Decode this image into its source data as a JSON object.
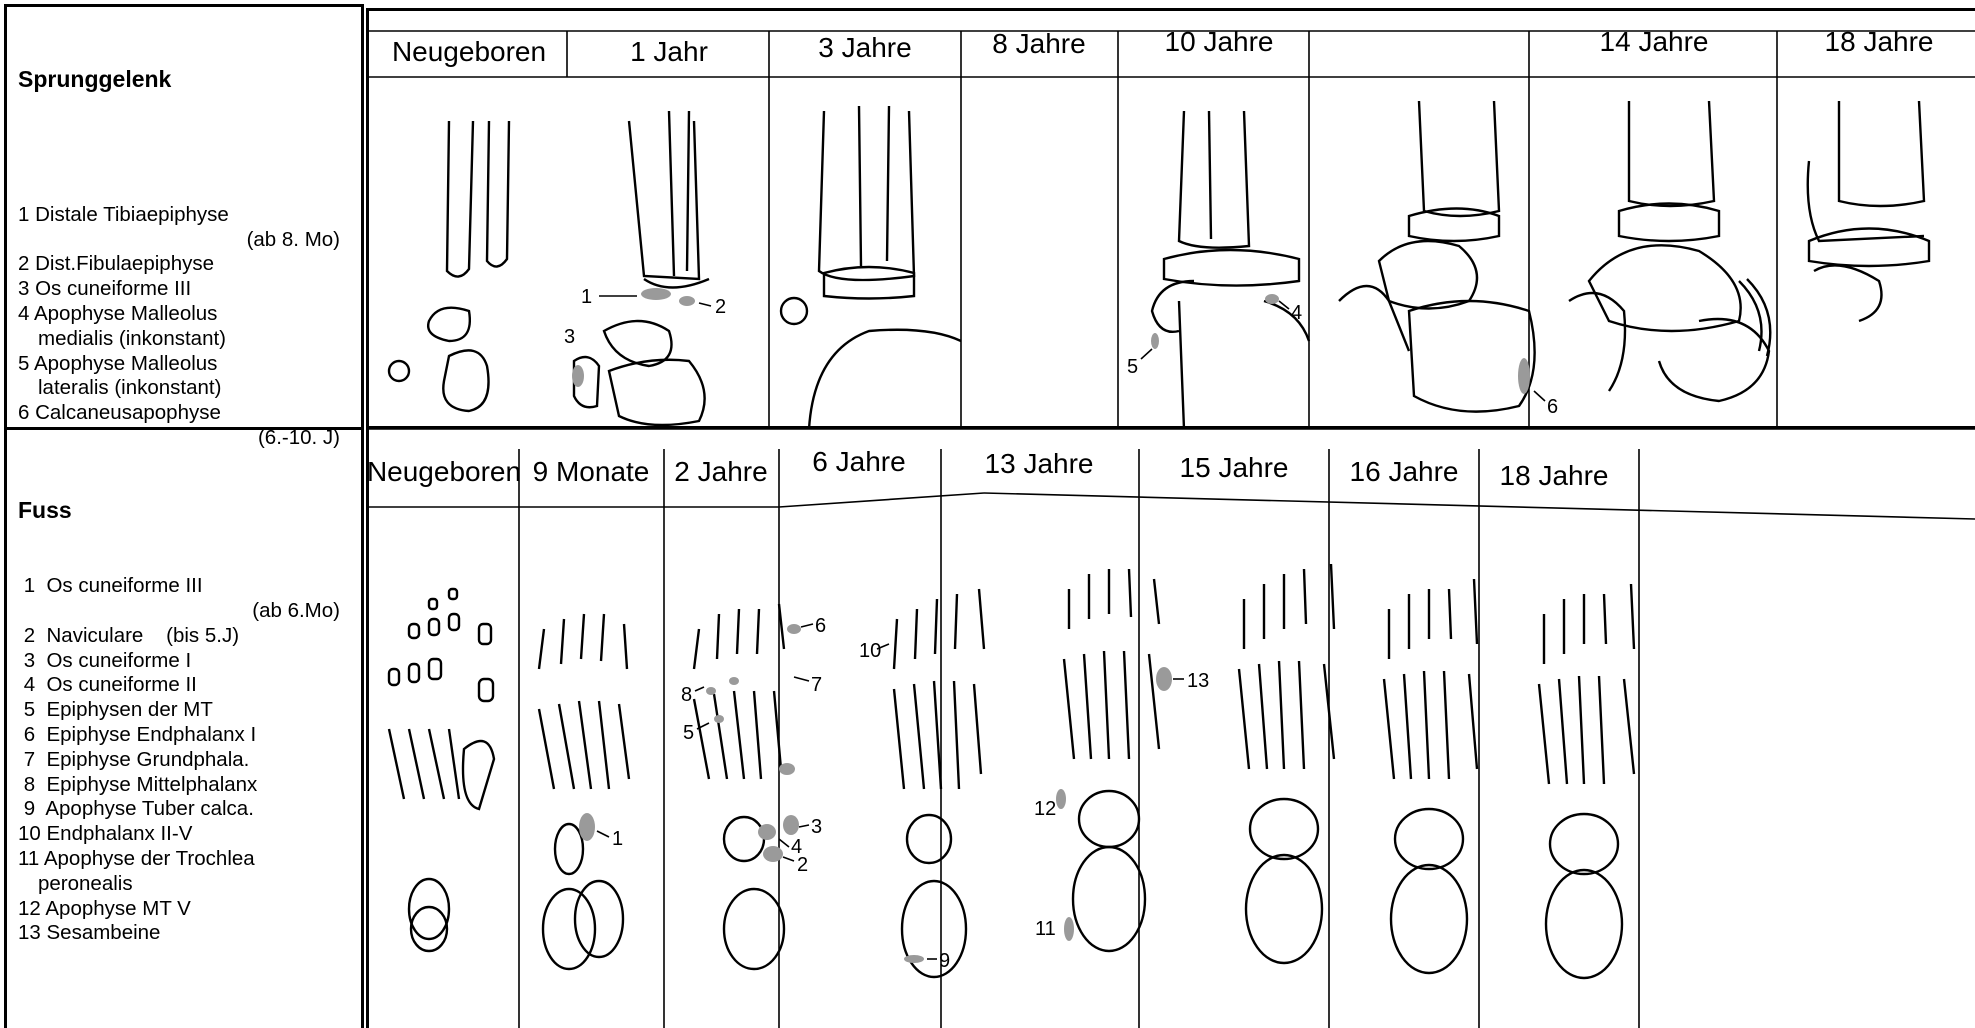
{
  "ankle": {
    "heading": "Sprunggelenk",
    "legend": [
      {
        "line": "1 Distale Tibiaepiphyse",
        "cont": "(ab 8. Mo)"
      },
      {
        "line": "2 Dist.Fibulaepiphyse"
      },
      {
        "line": "3 Os cuneiforme III"
      },
      {
        "line": "4 Apophyse Malleolus",
        "cont": "medialis (inkonstant)"
      },
      {
        "line": "5 Apophyse Malleolus",
        "cont": "lateralis (inkonstant)"
      },
      {
        "line": "6 Calcaneusapophyse",
        "cont": "(6.-10. J)"
      }
    ],
    "ages": [
      "Neugeboren",
      "1 Jahr",
      "3 Jahre",
      "8 Jahre",
      "10 Jahre",
      "14 Jahre",
      "18 Jahre"
    ],
    "markers": [
      "1",
      "2",
      "3",
      "4",
      "5",
      "6"
    ]
  },
  "foot": {
    "heading": "Fuss",
    "legend": [
      {
        "line": " 1  Os cuneiforme III",
        "cont": "(ab 6.Mo)"
      },
      {
        "line": " 2  Naviculare    (bis 5.J)"
      },
      {
        "line": " 3  Os cuneiforme I"
      },
      {
        "line": " 4  Os cuneiforme II"
      },
      {
        "line": " 5  Epiphysen der MT"
      },
      {
        "line": " 6  Epiphyse Endphalanx I"
      },
      {
        "line": " 7  Epiphyse Grundphala."
      },
      {
        "line": " 8  Epiphyse Mittelphalanx"
      },
      {
        "line": " 9  Apophyse Tuber calca."
      },
      {
        "line": "10 Endphalanx II-V"
      },
      {
        "line": "11 Apophyse der Trochlea",
        "cont": "peronealis"
      },
      {
        "line": "12 Apophyse MT V"
      },
      {
        "line": "13 Sesambeine"
      }
    ],
    "ages": [
      "Neugeboren",
      "9 Monate",
      "2 Jahre",
      "6 Jahre",
      "13 Jahre",
      "15 Jahre",
      "16 Jahre",
      "18 Jahre"
    ],
    "markers": [
      "1",
      "2",
      "3",
      "4",
      "5",
      "6",
      "7",
      "8",
      "9",
      "10",
      "11",
      "12",
      "13"
    ]
  },
  "colors": {
    "ossification": "#9a9a9a",
    "line": "#000000"
  }
}
